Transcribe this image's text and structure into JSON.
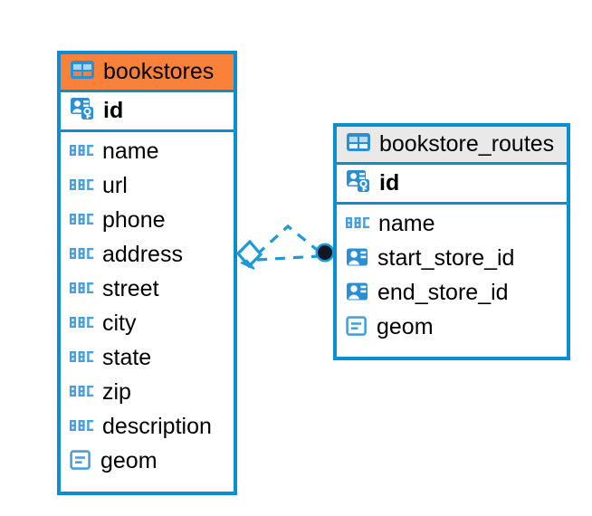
{
  "diagram": {
    "title": "bookstores and bookstore_routes entity relationship diagram",
    "colors": {
      "border": "#0b8ed1",
      "header_accent": "#f9813a",
      "header_neutral": "#e9e9e9",
      "icon_blue": "#2a8fd4",
      "link_line": "#1a9bd7",
      "endpoint_dot": "#111827",
      "text": "#000000",
      "background": "#ffffff"
    },
    "tables": [
      {
        "name": "bookstores",
        "header_icon": "table-icon",
        "header_style": "accent",
        "primary_key": {
          "name": "id",
          "icon": "primary-key-icon"
        },
        "fields": [
          {
            "name": "name",
            "icon": "abc-text-icon"
          },
          {
            "name": "url",
            "icon": "abc-text-icon"
          },
          {
            "name": "phone",
            "icon": "abc-text-icon"
          },
          {
            "name": "address",
            "icon": "abc-text-icon"
          },
          {
            "name": "street",
            "icon": "abc-text-icon"
          },
          {
            "name": "city",
            "icon": "abc-text-icon"
          },
          {
            "name": "state",
            "icon": "abc-text-icon"
          },
          {
            "name": "zip",
            "icon": "abc-text-icon"
          },
          {
            "name": "description",
            "icon": "abc-text-icon"
          },
          {
            "name": "geom",
            "icon": "geometry-icon"
          }
        ]
      },
      {
        "name": "bookstore_routes",
        "header_icon": "table-icon",
        "header_style": "neutral",
        "primary_key": {
          "name": "id",
          "icon": "primary-key-icon"
        },
        "fields": [
          {
            "name": "name",
            "icon": "abc-text-icon"
          },
          {
            "name": "start_store_id",
            "icon": "foreign-key-icon"
          },
          {
            "name": "end_store_id",
            "icon": "foreign-key-icon"
          },
          {
            "name": "geom",
            "icon": "geometry-icon"
          }
        ]
      }
    ],
    "relationship": {
      "from_table": "bookstores",
      "to_table": "bookstore_routes",
      "from_marker": "diamond-marker",
      "to_marker": "filled-circle-marker",
      "line_style": "dashed"
    }
  }
}
